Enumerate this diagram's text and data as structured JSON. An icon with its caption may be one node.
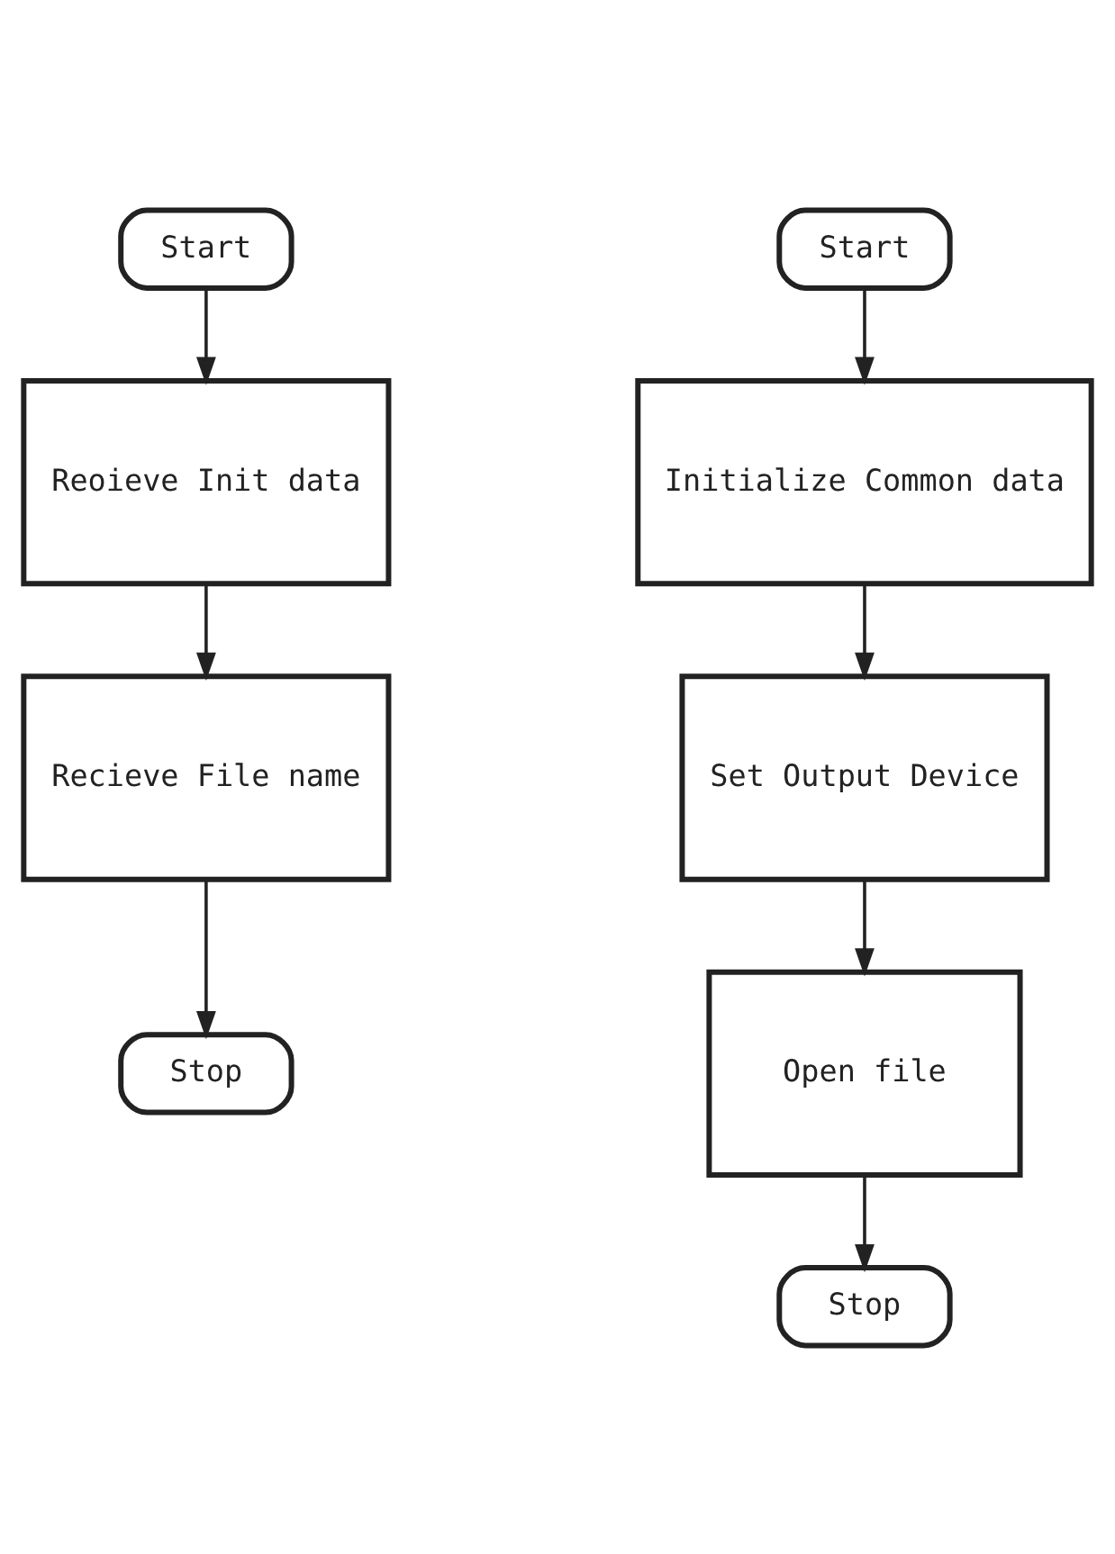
{
  "diagram": {
    "nodes": [
      {
        "text": [
          "Start"
        ]
      },
      {
        "text": [
          "Reoieve Init data"
        ]
      },
      {
        "text": [
          "Recieve File name"
        ]
      },
      {
        "text": [
          "Stop"
        ]
      },
      {
        "text": [
          "Start"
        ]
      },
      {
        "text": [
          "Initialize Common data"
        ]
      },
      {
        "text": [
          "Set Output Device"
        ]
      },
      {
        "text": [
          "Open file"
        ]
      },
      {
        "text": [
          "Stop"
        ]
      }
    ],
    "edges": [
      {
        "from": 0,
        "to": 1,
        "arrow": "to"
      },
      {
        "from": 1,
        "to": 2,
        "arrow": "to"
      },
      {
        "from": 2,
        "to": 3,
        "arrow": "to"
      },
      {
        "from": 4,
        "to": 5,
        "arrow": "to"
      },
      {
        "from": 5,
        "to": 6,
        "arrow": "to"
      },
      {
        "from": 6,
        "to": 7,
        "arrow": "to"
      },
      {
        "from": 7,
        "to": 8,
        "arrow": "to"
      }
    ]
  }
}
